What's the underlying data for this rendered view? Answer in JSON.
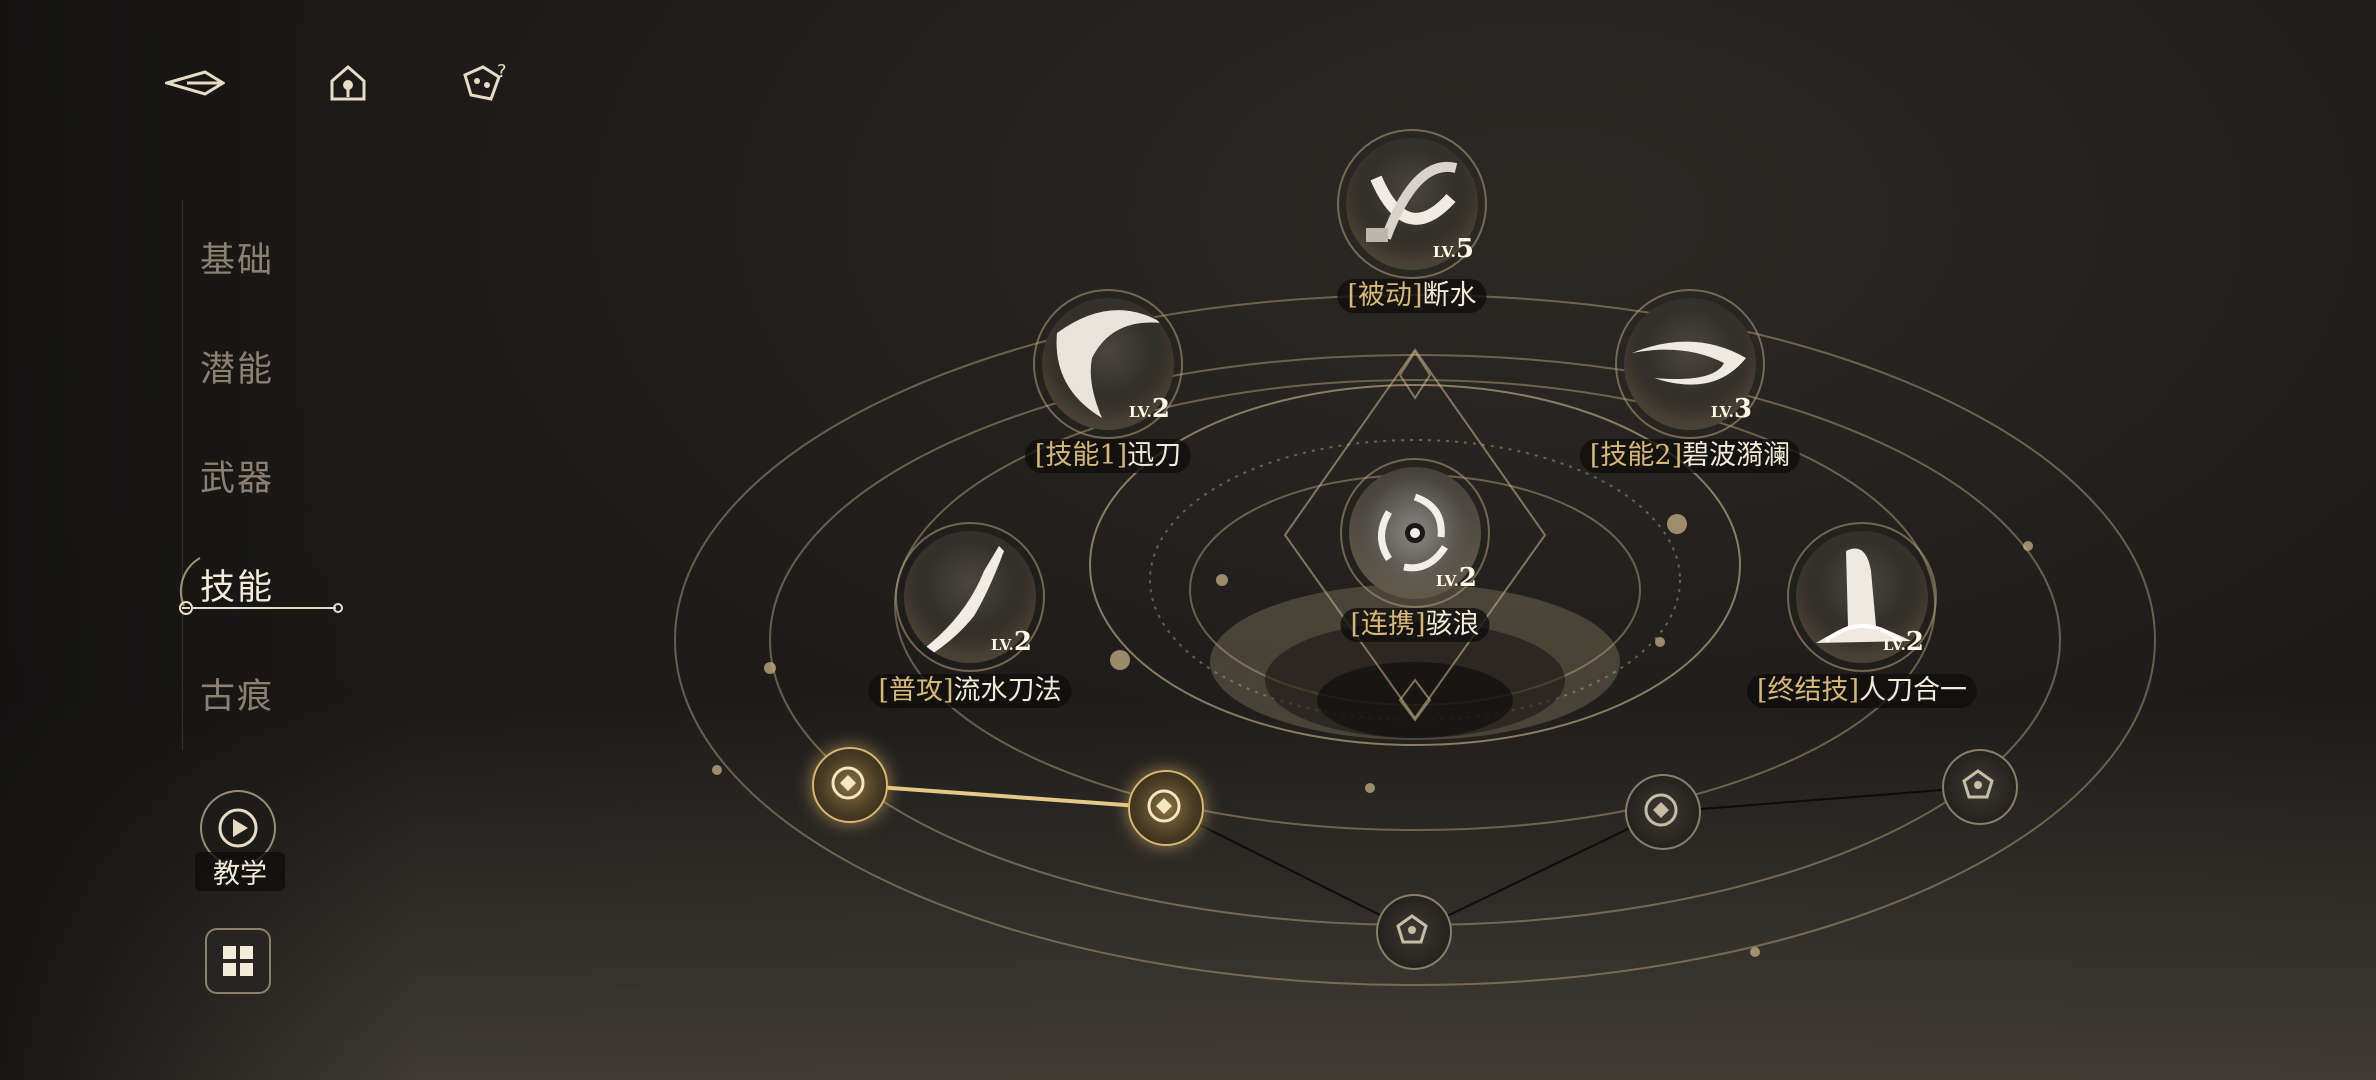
{
  "nav": {
    "items": [
      {
        "label": "基础"
      },
      {
        "label": "潜能"
      },
      {
        "label": "武器"
      },
      {
        "label": "技能"
      },
      {
        "label": "古痕"
      }
    ],
    "active_index": 3,
    "tutorial_label": "教学"
  },
  "top_icons": [
    "back-arrow-icon",
    "home-icon",
    "help-icon"
  ],
  "skills": [
    {
      "tag": "[被动]",
      "name": "断水",
      "lv_prefix": "LV.",
      "level": "5"
    },
    {
      "tag": "[技能1]",
      "name": "迅刀",
      "lv_prefix": "LV.",
      "level": "2"
    },
    {
      "tag": "[技能2]",
      "name": "碧波漪澜",
      "lv_prefix": "LV.",
      "level": "3"
    },
    {
      "tag": "[连携]",
      "name": "骇浪",
      "lv_prefix": "LV.",
      "level": "2"
    },
    {
      "tag": "[普攻]",
      "name": "流水刀法",
      "lv_prefix": "LV.",
      "level": "2"
    },
    {
      "tag": "[终结技]",
      "name": "人刀合一",
      "lv_prefix": "LV.",
      "level": "2"
    }
  ],
  "nodes": [
    {
      "state": "unlocked",
      "icon": "diamond-node-icon"
    },
    {
      "state": "unlocked",
      "icon": "diamond-node-icon"
    },
    {
      "state": "locked",
      "icon": "pentagon-node-icon"
    },
    {
      "state": "locked",
      "icon": "diamond-node-icon"
    },
    {
      "state": "locked",
      "icon": "pentagon-node-icon"
    }
  ],
  "colors": {
    "accent_gold": "#d9b66e",
    "label_tag": "#d8b878",
    "text": "#f3ead7",
    "nav_inactive": "#8c8070"
  }
}
